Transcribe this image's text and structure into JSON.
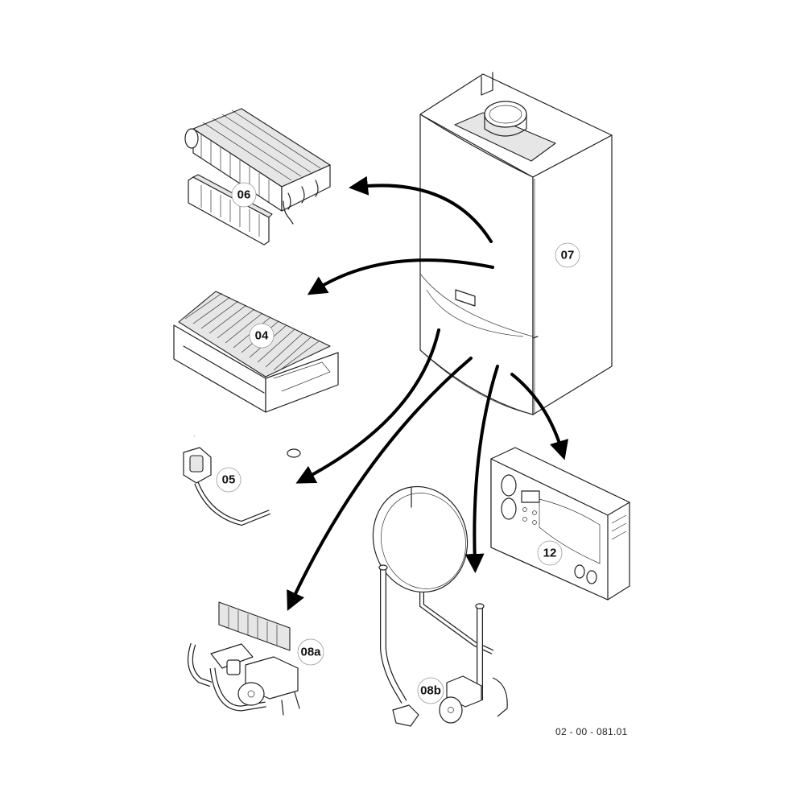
{
  "diagram": {
    "title": "Boiler exploded parts view",
    "reference_code": "02 - 00 - 081.01",
    "parts": [
      {
        "id": "06",
        "label": "06",
        "name": "heat-exchanger"
      },
      {
        "id": "07",
        "label": "07",
        "name": "boiler-casing"
      },
      {
        "id": "04",
        "label": "04",
        "name": "burner"
      },
      {
        "id": "05",
        "label": "05",
        "name": "gas-valve-pipework"
      },
      {
        "id": "12",
        "label": "12",
        "name": "control-panel"
      },
      {
        "id": "08a",
        "label": "08a",
        "name": "hydraulic-block-a"
      },
      {
        "id": "08b",
        "label": "08b",
        "name": "hydraulic-block-b"
      }
    ],
    "arrows": [
      {
        "from": "07",
        "to": "06"
      },
      {
        "from": "07",
        "to": "04"
      },
      {
        "from": "07",
        "to": "05"
      },
      {
        "from": "07",
        "to": "08a"
      },
      {
        "from": "07",
        "to": "08b"
      },
      {
        "from": "07",
        "to": "12"
      }
    ]
  }
}
